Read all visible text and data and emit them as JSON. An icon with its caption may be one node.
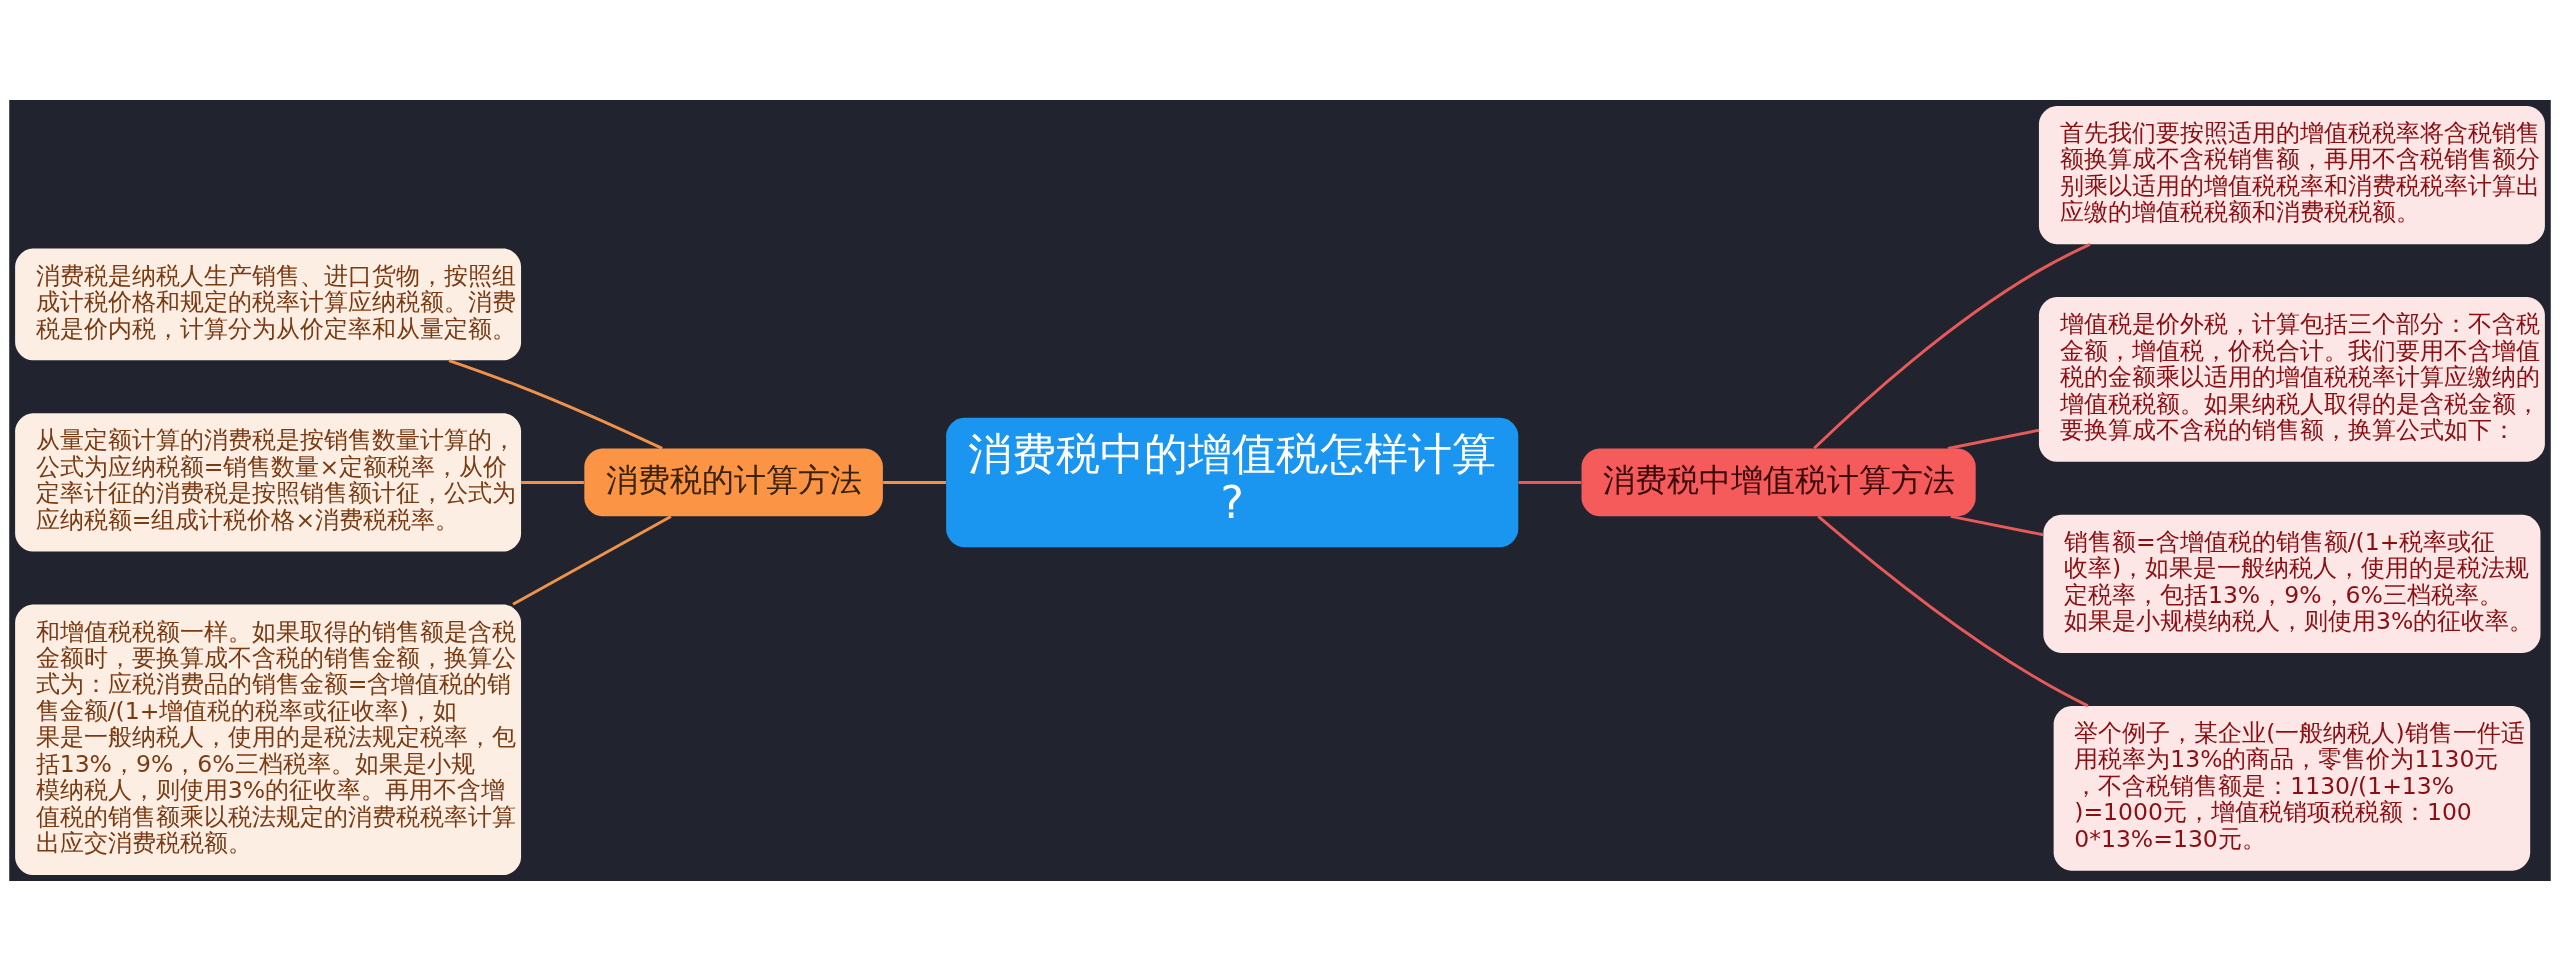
{
  "diagram": {
    "nodes": [
      {
        "text": [
          "消费税中的增值税怎样计算?"
        ]
      },
      {
        "text": [
          "消费税的计算方法"
        ]
      },
      {
        "text": [
          "消费税是纳税人生产销售、进口货物，按照组成计税价格和规定的税率计算应纳税额。消费税是价内税，计算分为从价定率和从量定额。"
        ]
      },
      {
        "text": [
          "从量定额计算的消费税是按销售数量计算的，公式为应纳税额=销售数量×定额税率，从价定率计征的消费税是按照销售额计征，公式为应纳税额=组成计税价格×消费税税率。"
        ]
      },
      {
        "text": [
          "和增值税税额一样。如果取得的销售额是含税金额时，要换算成不含税的销售金额，换算公式为：应税消费品的销售金额=含增值税的销售金额/(1+增值税的税率或征收率)，如果是一般纳税人，使用的是税法规定税率，包括13%，9%，6%三档税率。如果是小规模纳税人，则使用3%的征收率。再用不含增值税的销售额乘以税法规定的消费税税率计算出应交消费税税额。"
        ]
      },
      {
        "text": [
          "消费税中增值税计算方法"
        ]
      },
      {
        "text": [
          "首先我们要按照适用的增值税税率将含税销售额换算成不含税销售额，再用不含税销售额分别乘以适用的增值税税率和消费税税率计算出应缴的增值税税额和消费税税额。"
        ]
      },
      {
        "text": [
          "增值税是价外税，计算包括三个部分：不含税金额，增值税，价税合计。我们要用不含增值税的金额乘以适用的增值税税率计算应缴纳的增值税税额。如果纳税人取得的是含税金额，要换算成不含税的销售额，换算公式如下："
        ]
      },
      {
        "text": [
          "销售额=含增值税的销售额/(1+税率或征收率)，如果是一般纳税人，使用的是税法规定税率，包括13%，9%，6%三档税率。如果是小规模纳税人，则使用3%的征收率。"
        ]
      },
      {
        "text": [
          "举个例子，某企业(一般纳税人)销售一件适用税率为13%的商品，零售价为1130元，不含税销售额是：1130/(1+13%)=1000元，增值税销项税税额：1000*13%=130元。"
        ]
      }
    ],
    "edges": [
      {
        "from": 0,
        "to": 1,
        "arrow": "none",
        "color": "#f0924a"
      },
      {
        "from": 1,
        "to": 2,
        "arrow": "none",
        "color": "#f0924a"
      },
      {
        "from": 1,
        "to": 3,
        "arrow": "none",
        "color": "#f0924a"
      },
      {
        "from": 1,
        "to": 4,
        "arrow": "none",
        "color": "#f0924a"
      },
      {
        "from": 0,
        "to": 5,
        "arrow": "none"
      },
      {
        "from": 5,
        "to": 6,
        "arrow": "none"
      },
      {
        "from": 5,
        "to": 7,
        "arrow": "none"
      },
      {
        "from": 5,
        "to": 8,
        "arrow": "none"
      },
      {
        "from": 5,
        "to": 9,
        "arrow": "none"
      }
    ]
  }
}
